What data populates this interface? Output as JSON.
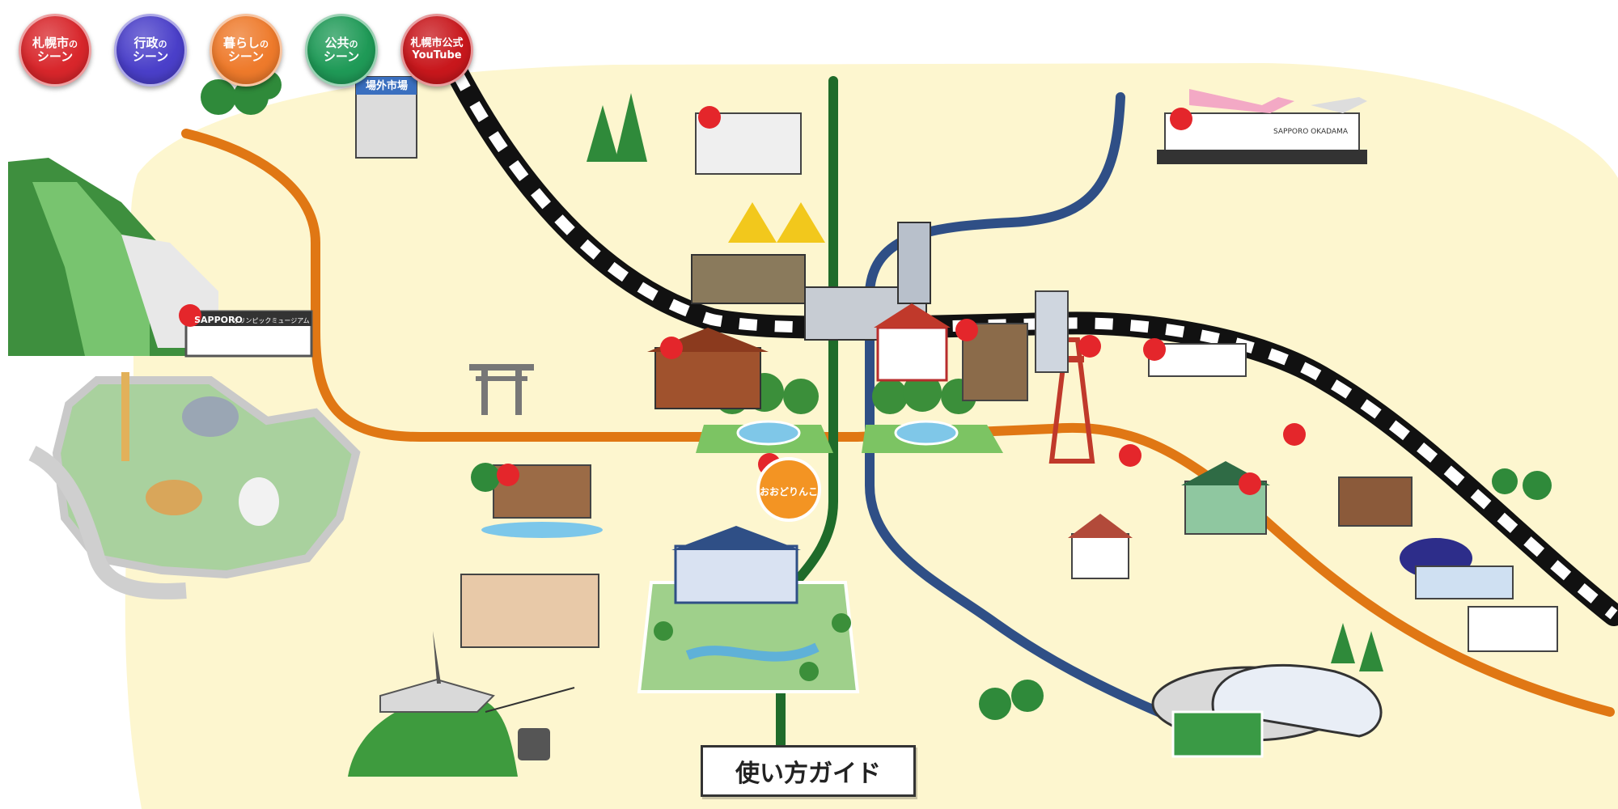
{
  "nav": {
    "buttons": [
      {
        "id": "sapporo-scene",
        "line1": "札幌市",
        "line1_small": "の",
        "line2": "シーン",
        "color": "#d8262b"
      },
      {
        "id": "gyosei-scene",
        "line1": "行政",
        "line1_small": "の",
        "line2": "シーン",
        "color": "#4a3fc9"
      },
      {
        "id": "kurashi-scene",
        "line1": "暮らし",
        "line1_small": "の",
        "line2": "シーン",
        "color": "#ee7a2b"
      },
      {
        "id": "kokyo-scene",
        "line1": "公共",
        "line1_small": "の",
        "line2": "シーン",
        "color": "#1f9a57"
      },
      {
        "id": "youtube",
        "line1": "札幌市公式",
        "line1_small": "",
        "line2": "YouTube",
        "color": "#c8171c"
      }
    ]
  },
  "map_labels": {
    "market_sign": "場外市場",
    "museum_sign": "SAPPORO",
    "museum_sign_sub": "オリンピックミュージアム",
    "airport_sign": "SAPPORO OKADAMA",
    "odorin_label": "おおどりんこ"
  },
  "colors": {
    "land": "#fdf6cf",
    "railway": "#111111",
    "orange_road": "#e07714",
    "river": "#2f4f86",
    "green_line": "#1f6b2a",
    "play_icon": "#e4262b"
  },
  "guide_button": {
    "label": "使い方ガイド"
  }
}
